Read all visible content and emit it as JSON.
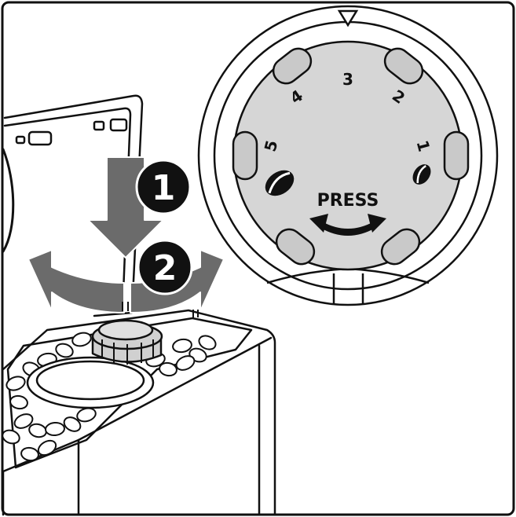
{
  "steps": {
    "step1": "1",
    "step2": "2"
  },
  "dial": {
    "numbers": {
      "n1": "1",
      "n2": "2",
      "n3": "3",
      "n4": "4",
      "n5": "5"
    },
    "press_label": "PRESS",
    "bean_fine_icon": "coffee-bean-small-icon",
    "bean_coarse_icon": "coffee-bean-large-icon",
    "indicator_icon": "triangle-marker-icon"
  },
  "colors": {
    "outline": "#111111",
    "arrow_gray": "#6b6b6b",
    "dial_fill": "#d6d6d6",
    "tab_fill": "#c9c9c9",
    "badge_fill": "#111111"
  }
}
